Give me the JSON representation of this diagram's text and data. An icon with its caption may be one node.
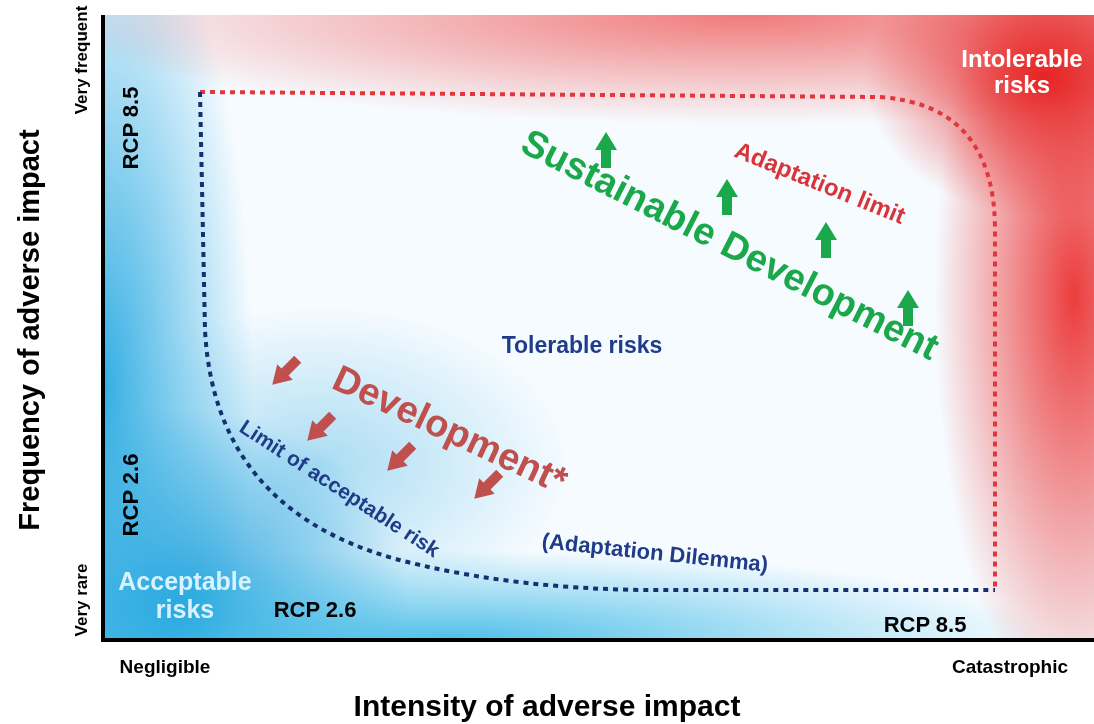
{
  "diagram": {
    "labels": [
      "Intolerable risks",
      "Very frequent",
      "RCP 8.5",
      "Adaptation limit",
      "Sustainable Development",
      "Frequency of adverse impact",
      "Tolerable risks",
      "Limit of acceptable risk",
      "Development*",
      "(Adaptation Dilemma)",
      "RCP 2.6",
      "Very rare",
      "Acceptable risks",
      "RCP 2.6",
      "RCP 8.5",
      "Negligible",
      "Catastrophic",
      "Intensity of adverse impact"
    ]
  }
}
